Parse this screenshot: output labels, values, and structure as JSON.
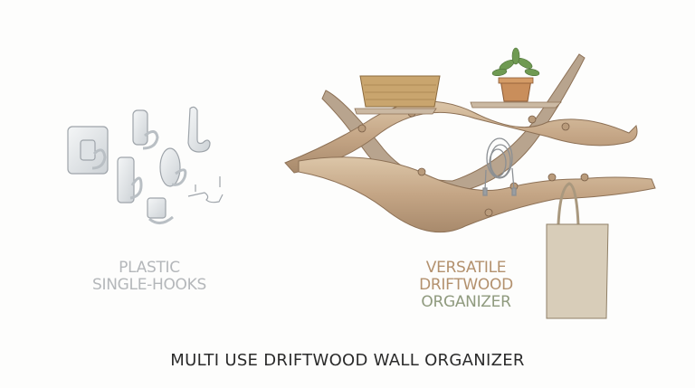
{
  "left_panel": {
    "label_lines": [
      "PLASTIC",
      "SINGLE-HOOKS"
    ],
    "hooks": [
      {
        "type": "square-plate-hook"
      },
      {
        "type": "rounded-hook"
      },
      {
        "type": "j-hook"
      },
      {
        "type": "rectangular-hook"
      },
      {
        "type": "oval-hook"
      },
      {
        "type": "small-square-hook"
      },
      {
        "type": "flat-wire-hook"
      }
    ],
    "colors": {
      "hook": "#e6e9ec",
      "outline": "#9ea4aa",
      "label": "#b4b7ba"
    }
  },
  "right_panel": {
    "label_lines": [
      "VERSATILE",
      "DRIFTWOOD",
      "ORGANIZER"
    ],
    "items": [
      "wicker-basket",
      "potted-plant",
      "coiled-cable",
      "tote-bag"
    ],
    "colors": {
      "wood": "#c9ad8b",
      "wood_dark": "#8d7156",
      "label_wood": "#b3916e",
      "label_green": "#8f9a7e",
      "basket": "#c9a56e",
      "pot": "#c98e5b",
      "plant": "#6f9a52",
      "bag": "#d8cdb9"
    }
  },
  "caption": "MULTI USE DRIFTWOOD WALL ORGANIZER"
}
